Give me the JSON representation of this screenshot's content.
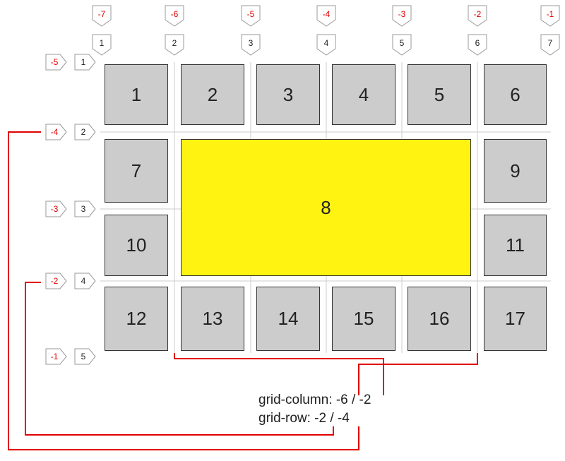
{
  "colors": {
    "cell": "#cccccc",
    "highlight": "#fff312",
    "negative": "#e10000",
    "line": "#e10000",
    "gridline": "#cccccc"
  },
  "column_lines": {
    "negative": [
      "-7",
      "-6",
      "-5",
      "-4",
      "-3",
      "-2",
      "-1"
    ],
    "positive": [
      "1",
      "2",
      "3",
      "4",
      "5",
      "6",
      "7"
    ]
  },
  "row_lines": {
    "negative": [
      "-5",
      "-4",
      "-3",
      "-2",
      "-1"
    ],
    "positive": [
      "1",
      "2",
      "3",
      "4",
      "5"
    ]
  },
  "cells": [
    "1",
    "2",
    "3",
    "4",
    "5",
    "6",
    "7",
    "8",
    "9",
    "10",
    "11",
    "12",
    "13",
    "14",
    "15",
    "16",
    "17"
  ],
  "highlighted_cell": "8",
  "code": {
    "line1": "grid-column: -6 / -2",
    "line2": "grid-row: -2 / -4"
  }
}
